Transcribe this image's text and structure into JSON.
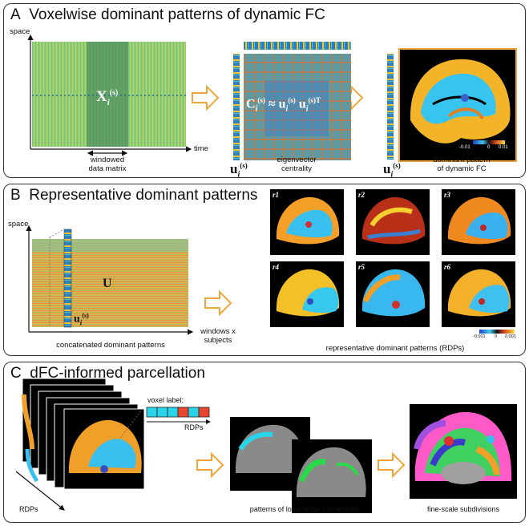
{
  "panelA": {
    "letter": "A",
    "title": "Voxelwise dominant patterns of dynamic FC",
    "axis_space": "space",
    "axis_time": "time",
    "window_label": "windowed\ndata matrix",
    "matrix_label": "X",
    "matrix_sub": "i",
    "matrix_sup": "(s)",
    "equation_c": "C",
    "equation_approx": "≈",
    "equation_u": "u",
    "equation_T": "T",
    "u_label": "u",
    "centrality_label": "eigenvector\ncentrality",
    "dominant_label": "dominant pattern\nof dynamic FC",
    "cbar_min": "-0.01",
    "cbar_mid": "0",
    "cbar_max": "0.01"
  },
  "panelB": {
    "letter": "B",
    "title": "Representative dominant patterns",
    "axis_space": "space",
    "axis_windows": "windows x\nsubjects",
    "U_label": "U",
    "concat_label": "concatenated dominant patterns",
    "rdp_label": "representative dominant patterns (RDPs)",
    "rdp_names": [
      "r1",
      "r2",
      "r3",
      "r4",
      "r5",
      "r6"
    ],
    "cbar_min": "-0.001",
    "cbar_mid": "0",
    "cbar_max": "0.001"
  },
  "panelC": {
    "letter": "C",
    "title": "dFC-informed parcellation",
    "voxel_label": "voxel label:",
    "rdps_arrow": "RDPs",
    "rdps_axis": "RDPs",
    "longrange_label": "patterns of long-range interactions",
    "finescale_label": "fine-scale subdivisions"
  },
  "colors": {
    "arrow": "#f0a63a",
    "frame": "#f0a63a",
    "label_cyan": "#2ad4e8",
    "label_red": "#e8452c"
  },
  "voxel_codes": [
    "cyan",
    "cyan",
    "cyan",
    "red",
    "cyan",
    "red"
  ]
}
